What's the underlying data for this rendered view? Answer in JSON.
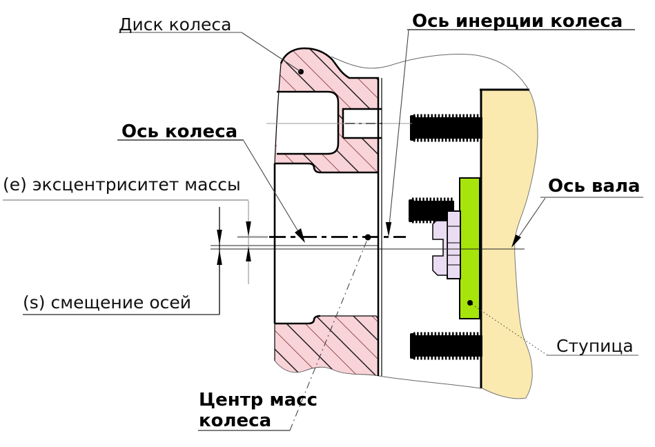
{
  "labels": {
    "disk": "Диск колеса",
    "inertia_axis": "Ось инерции колеса",
    "wheel_axis": "Ось колеса",
    "eccentricity": "(e) эксцентриситет массы",
    "shaft_axis": "Ось вала",
    "offset": "(s) смещение осей",
    "hub": "Ступица",
    "center_of_mass_line1": "Центр масс",
    "center_of_mass_line2": "колеса"
  },
  "colors": {
    "disc-pink": "#f8d3d8",
    "hatch-dark": "#1a1a1a",
    "hatch-maroon": "#8a4040",
    "shaft-yellow": "#faeab0",
    "hub-green": "#a6e40b",
    "nut-lavender": "#eadcf2",
    "line-black": "#000000",
    "line-thin": "#555555",
    "line-gray": "#999999"
  }
}
